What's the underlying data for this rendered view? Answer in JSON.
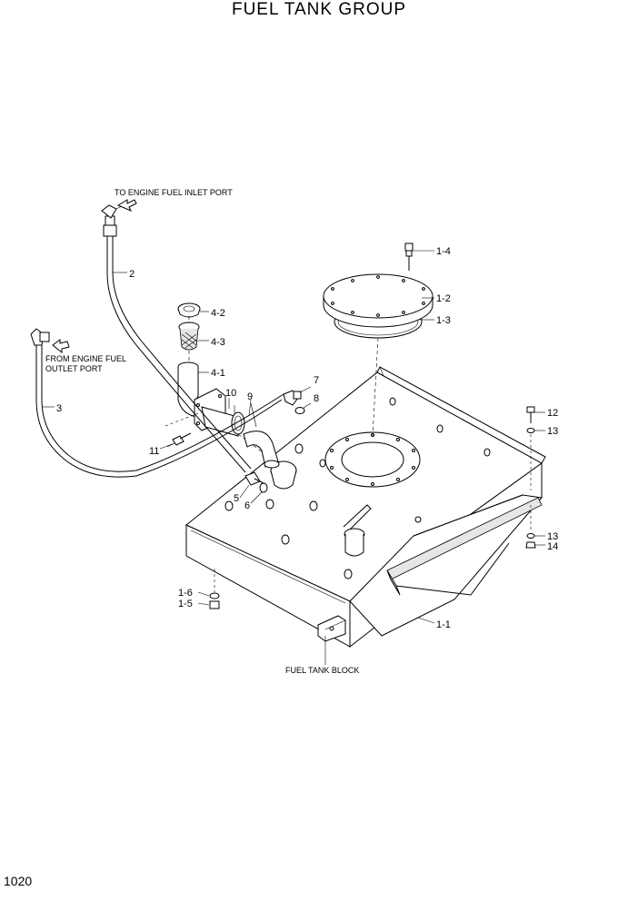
{
  "title": "FUEL TANK GROUP",
  "page_number": "1020",
  "notes": {
    "to_inlet": "TO ENGINE FUEL INLET PORT",
    "from_outlet_1": "FROM ENGINE FUEL",
    "from_outlet_2": "OUTLET PORT",
    "tank_block": "FUEL TANK BLOCK"
  },
  "callouts": {
    "c1_1": "1-1",
    "c1_2": "1-2",
    "c1_3": "1-3",
    "c1_4": "1-4",
    "c1_5": "1-5",
    "c1_6": "1-6",
    "c2": "2",
    "c3": "3",
    "c4_1": "4-1",
    "c4_2": "4-2",
    "c4_3": "4-3",
    "c5": "5",
    "c6": "6",
    "c7": "7",
    "c8": "8",
    "c9": "9",
    "c10": "10",
    "c11": "11",
    "c12": "12",
    "c13a": "13",
    "c13b": "13",
    "c14": "14"
  }
}
